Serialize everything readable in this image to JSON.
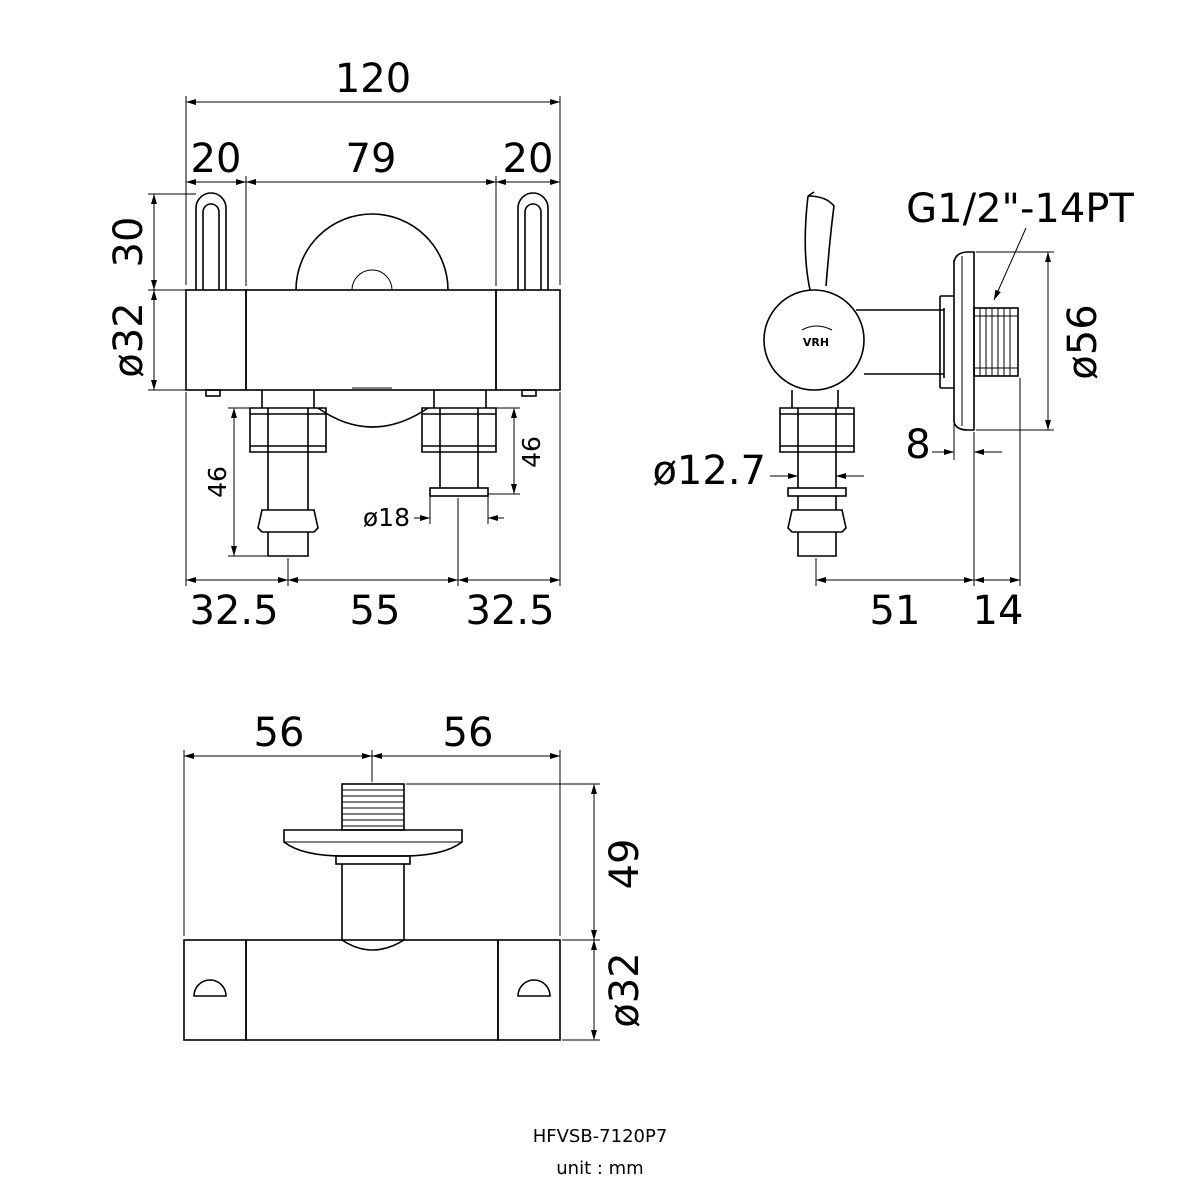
{
  "front_view": {
    "dims": {
      "overall_width": "120",
      "left_flange": "20",
      "center_span": "79",
      "right_flange": "20",
      "lever_height": "30",
      "body_diameter": "ø32",
      "left_outlet_length": "46",
      "right_outlet_length": "46",
      "outlet_diameter": "ø18",
      "left_offset": "32.5",
      "outlet_spacing": "55",
      "right_offset": "32.5"
    }
  },
  "side_view": {
    "brand_logo": "VRH",
    "dims": {
      "thread_spec": "G1/2\"-14PT",
      "flange_diameter": "ø56",
      "flange_thickness": "8",
      "hose_diameter": "ø12.7",
      "depth": "51",
      "thread_length": "14"
    }
  },
  "top_view": {
    "dims": {
      "left_half": "56",
      "right_half": "56",
      "stem_height": "49",
      "body_diameter": "ø32"
    }
  },
  "footer": {
    "model": "HFVSB-7120P7",
    "unit": "unit : mm"
  }
}
